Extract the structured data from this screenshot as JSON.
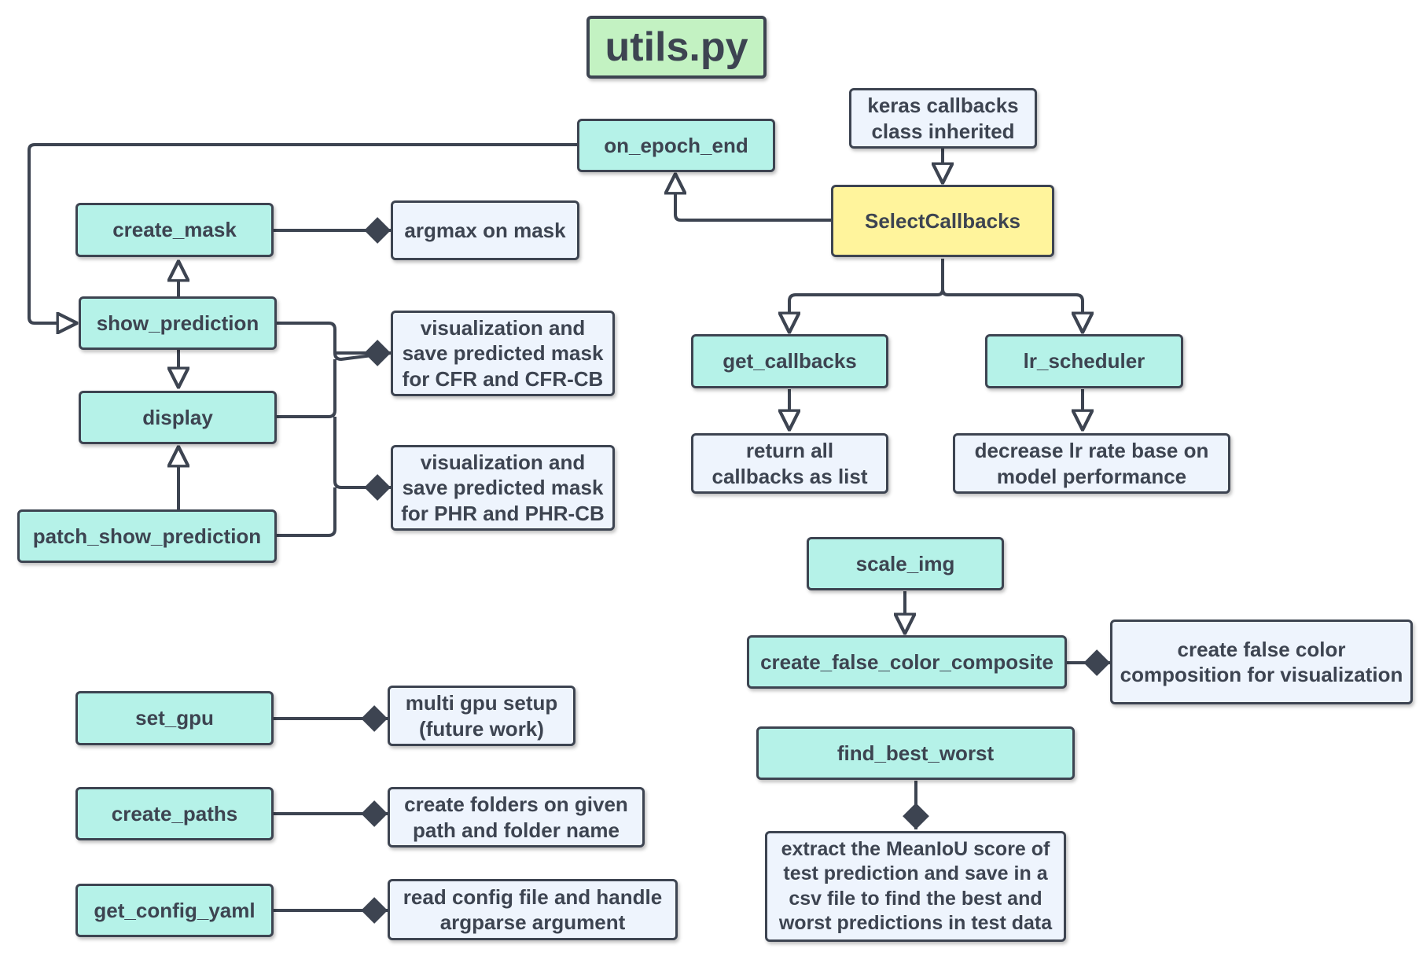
{
  "title": "utils.py",
  "colors": {
    "function_fill": "#b5f2e8",
    "description_fill": "#eef4fd",
    "class_fill": "#fff49c",
    "title_fill": "#c3f2c2",
    "stroke": "#3d4451"
  },
  "nodes": {
    "on_epoch_end": "on_epoch_end",
    "keras_callbacks": "keras callbacks\nclass inherited",
    "select_callbacks": "SelectCallbacks",
    "create_mask": "create_mask",
    "argmax_on_mask": "argmax on mask",
    "show_prediction": "show_prediction",
    "viz_cfr": "visualization and\nsave predicted mask\nfor CFR and CFR-CB",
    "display": "display",
    "viz_phr": "visualization and\nsave predicted mask\nfor PHR and PHR-CB",
    "patch_show_prediction": "patch_show_prediction",
    "get_callbacks": "get_callbacks",
    "lr_scheduler": "lr_scheduler",
    "return_all_callbacks": "return all\ncallbacks as list",
    "decrease_lr": "decrease lr rate base on\nmodel performance",
    "scale_img": "scale_img",
    "create_false_color_composite": "create_false_color_composite",
    "false_color_desc": "create false color\ncomposition for visualization",
    "set_gpu": "set_gpu",
    "multi_gpu": "multi gpu setup\n(future work)",
    "find_best_worst": "find_best_worst",
    "create_paths": "create_paths",
    "create_folders": "create folders on given\npath and folder name",
    "get_config_yaml": "get_config_yaml",
    "read_config": "read config file and handle\nargparse argument",
    "extract_meaniou": "extract the MeanIoU score of\ntest prediction and save in a\ncsv file to find the best and\nworst predictions in test data"
  }
}
